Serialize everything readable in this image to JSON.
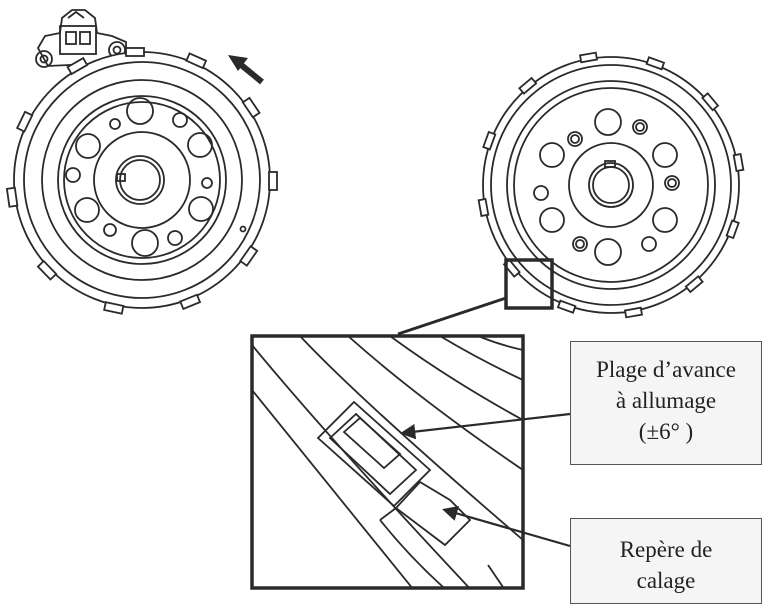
{
  "diagram": {
    "callouts": {
      "advance_range": {
        "line1": "Plage d’avance",
        "line2": "à allumage",
        "line3": "(±6°  )"
      },
      "timing_mark": {
        "line1": "Repère de",
        "line2": "calage"
      }
    },
    "colors": {
      "line": "#2a2a2a",
      "callout_border": "#555555",
      "callout_fill": "#f5f5f5"
    },
    "icons": [
      "rotation-direction-arrow",
      "pickup-sensor",
      "callout-arrow"
    ]
  }
}
